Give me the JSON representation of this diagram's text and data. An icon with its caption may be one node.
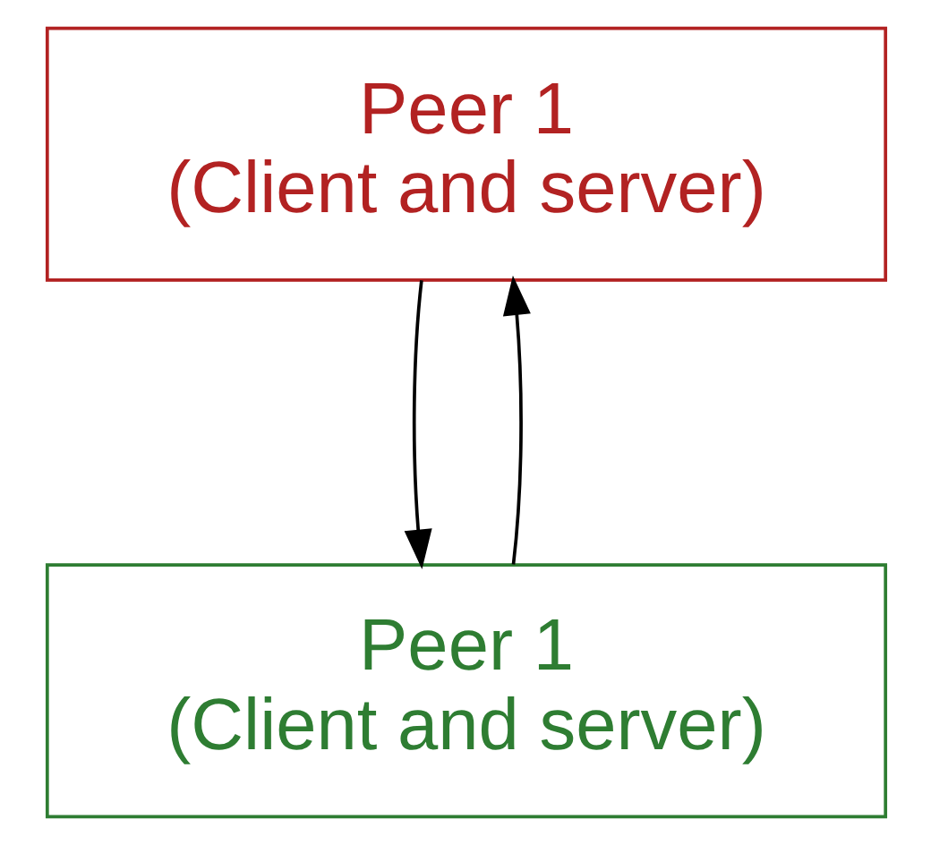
{
  "diagram": {
    "nodes": [
      {
        "text": [
          "Peer 1",
          "(Client and server)"
        ]
      },
      {
        "text": [
          "Peer 1",
          "(Client and server)"
        ]
      }
    ],
    "edges": [
      {
        "from": 0,
        "to": 1,
        "arrow": "to"
      },
      {
        "from": 1,
        "to": 0,
        "arrow": "to"
      }
    ]
  }
}
